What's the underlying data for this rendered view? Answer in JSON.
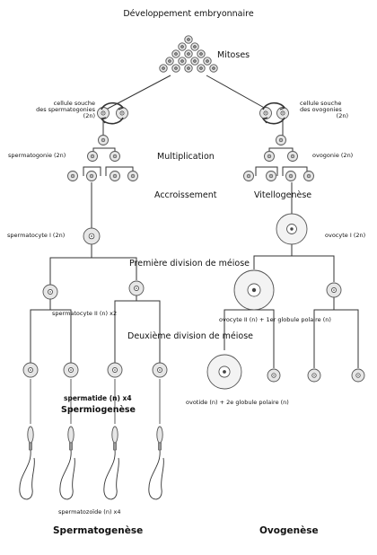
{
  "title": "Développement embryonnaire",
  "stages": {
    "mitoses": "Mitoses",
    "multiplication": "Multiplication",
    "accroissement": "Accroissement",
    "vitellogenese": "Vitellogenèse",
    "premiere_division": "Première division de méiose",
    "deuxieme_division": "Deuxième division de méiose",
    "spermiogenese": "Spermiogenèse"
  },
  "male": {
    "stem_cell_line1": "cellule souche",
    "stem_cell_line2": "des spermatogonies",
    "stem_cell_line3": "(2n)",
    "spermatogonie": "spermatogonie (2n)",
    "spermatocyte_i": "spermatocyte I (2n)",
    "spermatocyte_ii": "spermatocyte II (n) x2",
    "spermatide": "spermatide (n) x4",
    "spermatozoide": "spermatozoïde (n) x4",
    "footer": "Spermatogenèse"
  },
  "female": {
    "stem_cell_line1": "cellule souche",
    "stem_cell_line2": "des ovogonies",
    "stem_cell_line3": "(2n)",
    "ovogonie": "ovogonie (2n)",
    "ovocyte_i": "ovocyte I (2n)",
    "ovocyte_ii": "ovocyte II (n) + 1er globule polaire (n)",
    "ovotide": "ovotide (n) + 2e globule polaire (n)",
    "footer": "Ovogenèse"
  },
  "colors": {
    "line": "#333333",
    "cell_fill": "#e6e6e6",
    "cell_stroke": "#555555",
    "nucleus": "#444444",
    "large_cell_fill": "#f3f3f3"
  }
}
